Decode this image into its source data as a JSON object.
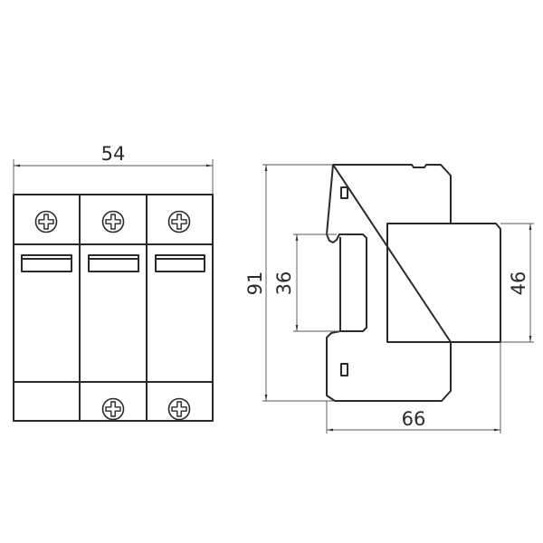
{
  "dimensions": {
    "front_width": "54",
    "side_height": "91",
    "rail_height": "36",
    "front_module_height": "46",
    "side_depth": "66"
  },
  "colors": {
    "line": "#2a2a2a",
    "dimension_line": "#555555",
    "background": "#ffffff"
  }
}
